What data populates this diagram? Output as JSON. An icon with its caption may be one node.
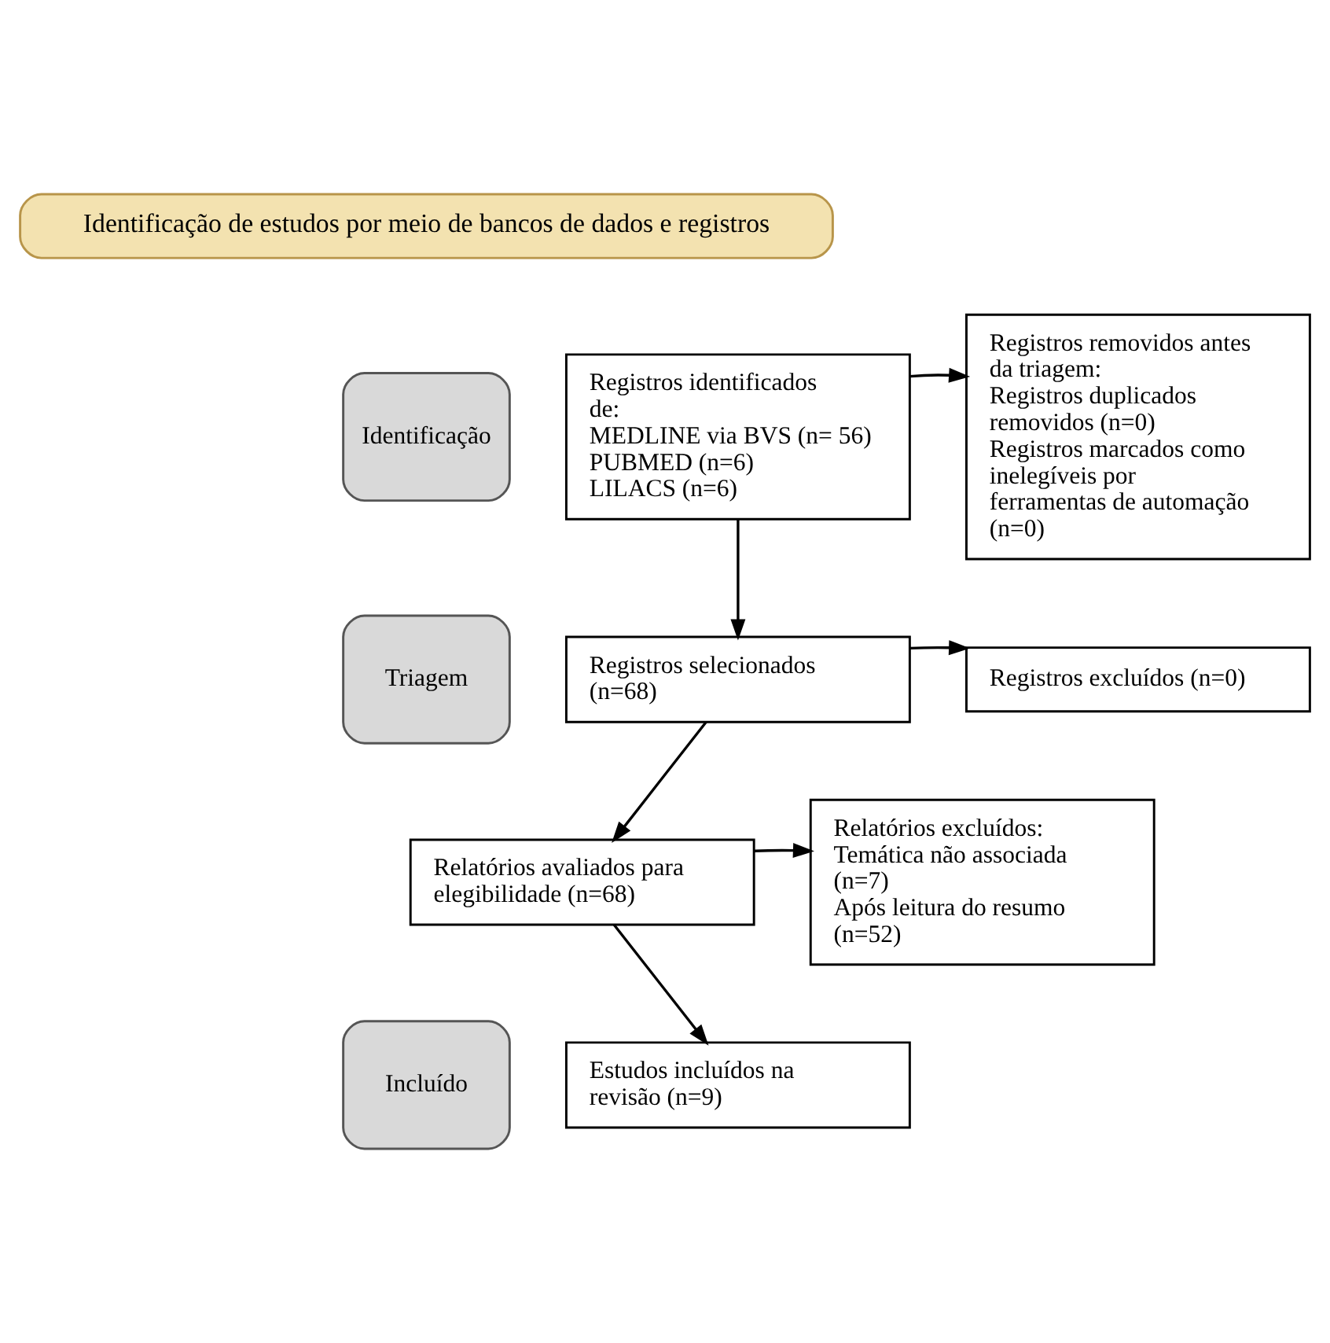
{
  "diagram": {
    "nodes": [
      {
        "text": [
          "Identificação de estudos por meio de bancos de dados e registros"
        ]
      },
      {
        "text": [
          "Identificação"
        ]
      },
      {
        "text": [
          "Registros identificados de:",
          "MEDLINE via BVS (n= 56)",
          "PUBMED (n=6)",
          "LILACS (n=6)"
        ]
      },
      {
        "text": [
          "Registros removidos antes da triagem:",
          "Registros duplicados removidos (n=0)",
          "Registros marcados como inelegíveis por ferramentas de automação (n=0)"
        ]
      },
      {
        "text": [
          "Triagem"
        ]
      },
      {
        "text": [
          "Registros selecionados (n=68)"
        ]
      },
      {
        "text": [
          "Registros excluídos (n=0)"
        ]
      },
      {
        "text": [
          "Relatórios avaliados para elegibilidade (n=68)"
        ]
      },
      {
        "text": [
          "Relatórios excluídos:",
          "Temática não associada (n=7)",
          "Após leitura do resumo (n=52)"
        ]
      },
      {
        "text": [
          "Incluído"
        ]
      },
      {
        "text": [
          "Estudos incluídos na revisão (n=9)"
        ]
      }
    ],
    "edges": [
      {
        "from": 2,
        "to": 3,
        "arrow": "to"
      },
      {
        "from": 2,
        "to": 5,
        "arrow": "to"
      },
      {
        "from": 5,
        "to": 6,
        "arrow": "to"
      },
      {
        "from": 5,
        "to": 7,
        "arrow": "to"
      },
      {
        "from": 7,
        "to": 8,
        "arrow": "to"
      },
      {
        "from": 7,
        "to": 10,
        "arrow": "to"
      }
    ]
  }
}
